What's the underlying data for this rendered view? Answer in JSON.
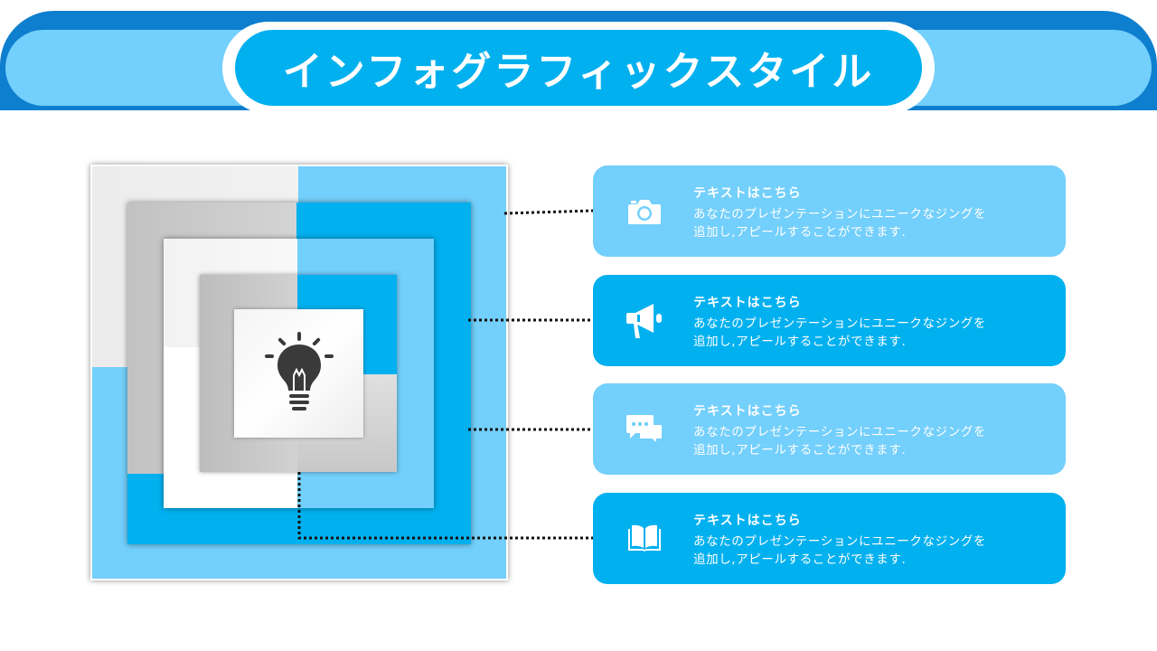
{
  "header": {
    "title": "インフォグラフィックスタイル"
  },
  "colors": {
    "accent_dark_blue": "#0e7fcf",
    "accent_blue": "#00b0ef",
    "accent_light_blue": "#73cffb",
    "gray": "#c8c8c8",
    "icon_dark": "#3a3a3a"
  },
  "diagram": {
    "center_icon": "lightbulb-icon"
  },
  "cards": [
    {
      "icon": "camera-icon",
      "title": "テキストはこちら",
      "body_line1": "あなたのプレゼンテーションにユニークなジングを",
      "body_line2": "追加し,アピールすることができます."
    },
    {
      "icon": "megaphone-icon",
      "title": "テキストはこちら",
      "body_line1": "あなたのプレゼンテーションにユニークなジングを",
      "body_line2": "追加し,アピールすることができます."
    },
    {
      "icon": "chat-icon",
      "title": "テキストはこちら",
      "body_line1": "あなたのプレゼンテーションにユニークなジングを",
      "body_line2": "追加し,アピールすることができます."
    },
    {
      "icon": "book-icon",
      "title": "テキストはこちら",
      "body_line1": "あなたのプレゼンテーションにユニークなジングを",
      "body_line2": "追加し,アピールすることができます."
    }
  ]
}
